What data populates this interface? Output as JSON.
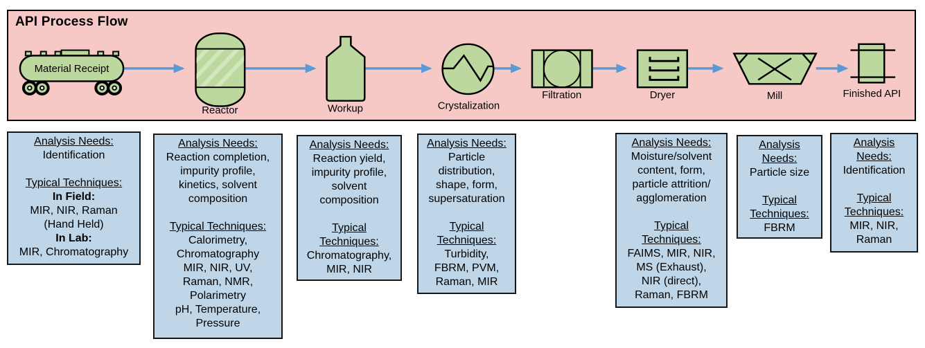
{
  "title": "API Process Flow",
  "flow": {
    "steps": [
      {
        "label": "Material Receipt",
        "icon": "tanker-truck"
      },
      {
        "label": "Reactor",
        "icon": "reactor-vessel"
      },
      {
        "label": "Workup",
        "icon": "bottle"
      },
      {
        "label": "Crystalization",
        "icon": "circle-zigzag-crystallizer"
      },
      {
        "label": "Filtration",
        "icon": "filter-drum"
      },
      {
        "label": "Dryer",
        "icon": "tray-dryer"
      },
      {
        "label": "Mill",
        "icon": "mill-trapezoid"
      },
      {
        "label": "Finished API",
        "icon": "roller-drum"
      }
    ]
  },
  "boxes": [
    {
      "step": "Material Receipt",
      "needs_title": "Analysis Needs:",
      "needs": "Identification",
      "tech_title": "Typical Techniques:",
      "in_field_label": "In Field:",
      "in_field": "MIR, NIR, Raman\n(Hand Held)",
      "in_lab_label": "In Lab:",
      "in_lab": "MIR, Chromatography"
    },
    {
      "step": "Reactor",
      "needs_title": "Analysis Needs:",
      "needs": "Reaction completion,\nimpurity profile,\nkinetics, solvent\ncomposition",
      "tech_title": "Typical Techniques:",
      "tech": "Calorimetry,\nChromatography\nMIR, NIR, UV,\nRaman, NMR,\nPolarimetry\npH, Temperature,\nPressure"
    },
    {
      "step": "Workup",
      "needs_title": "Analysis Needs:",
      "needs": "Reaction yield,\nimpurity profile,\nsolvent\ncomposition",
      "tech_title": "Typical\nTechniques:",
      "tech": "Chromatography,\nMIR, NIR"
    },
    {
      "step": "Crystalization",
      "needs_title": "Analysis Needs:",
      "needs": "Particle\ndistribution,\nshape, form,\nsupersaturation",
      "tech_title": "Typical\nTechniques:",
      "tech": "Turbidity,\nFBRM, PVM,\nRaman, MIR"
    },
    {
      "step": "Dryer",
      "needs_title": "Analysis Needs:",
      "needs": "Moisture/solvent\ncontent, form,\nparticle attrition/\nagglomeration",
      "tech_title": "Typical\nTechniques:",
      "tech": "FAIMS, MIR, NIR,\nMS (Exhaust),\nNIR (direct),\nRaman, FBRM"
    },
    {
      "step": "Mill",
      "needs_title": "Analysis\nNeeds:",
      "needs": "Particle size",
      "tech_title": "Typical\nTechniques:",
      "tech": "FBRM"
    },
    {
      "step": "Finished API",
      "needs_title": "Analysis\nNeeds:",
      "needs": "Identification",
      "tech_title": "Typical\nTechniques:",
      "tech": "MIR, NIR,\nRaman"
    }
  ],
  "colors": {
    "banner_bg": "#F6C9C6",
    "shape_fill": "#BDD89E",
    "shape_stroke": "#000000",
    "arrow": "#5B9BD5",
    "box_bg": "#BED6E8"
  }
}
